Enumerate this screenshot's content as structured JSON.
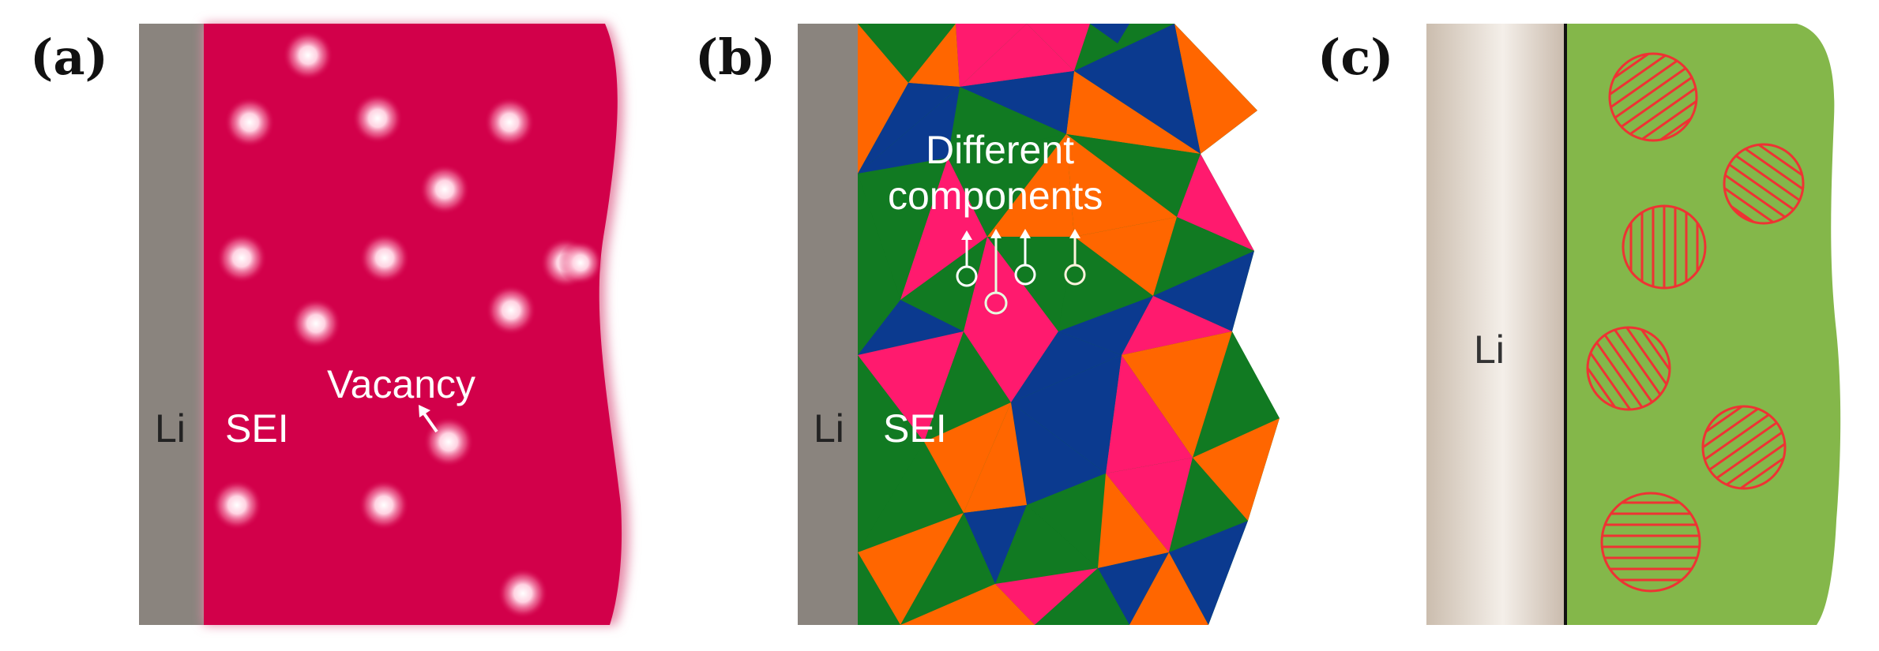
{
  "panels": {
    "a": {
      "label": "(a)",
      "metal_label": "Li",
      "sei_label": "SEI",
      "vacancy_label": "Vacancy",
      "colors": {
        "metal": "#8a847e",
        "sei": "#d2004a",
        "vacancy": "#ffd7e6",
        "text": "#ffffff"
      }
    },
    "b": {
      "label": "(b)",
      "metal_label": "Li",
      "sei_label": "SEI",
      "components_label_line1": "Different",
      "components_label_line2": "components",
      "colors": {
        "metal": "#8a847e",
        "orange": "#ff6600",
        "green": "#117a22",
        "blue": "#0b3a8f",
        "pink": "#ff1a6e",
        "text": "#ffffff"
      }
    },
    "c": {
      "label": "(c)",
      "metal_label": "Li",
      "colors": {
        "metal": "#d2c4b6",
        "sei": "#84b74a",
        "particle": "#ee3333",
        "divider": "#111111"
      }
    }
  }
}
